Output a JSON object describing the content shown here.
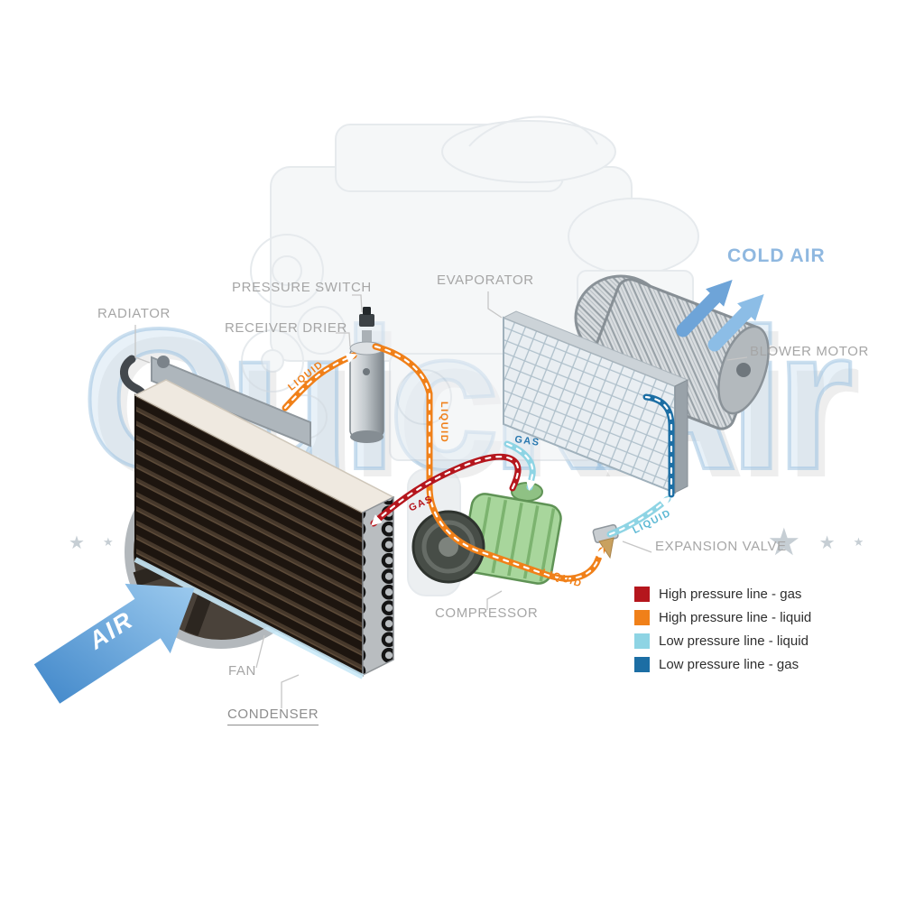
{
  "watermark": {
    "text": "QuickAir",
    "star": "★"
  },
  "labels": {
    "radiator": "RADIATOR",
    "pressure_switch": "PRESSURE SWITCH",
    "receiver_drier": "RECEIVER DRIER",
    "evaporator": "EVAPORATOR",
    "cold_air": "COLD AIR",
    "blower_motor": "BLOWER MOTOR",
    "expansion_valve": "EXPANSION VALVE",
    "compressor": "COMPRESSOR",
    "fan": "FAN",
    "condenser": "CONDENSER",
    "air": "AIR"
  },
  "pipe_labels": {
    "liquid_condenser_to_drier": "LIQUID",
    "liquid_drier_down": "LIQUID",
    "liquid_to_expansion_valve": "LIQUID",
    "liquid_valve_to_evaporator": "LIQUID",
    "gas_evaporator_to_compressor": "GAS",
    "gas_compressor_to_condenser": "GAS"
  },
  "legend": {
    "items": [
      {
        "label": "High pressure line - gas",
        "color": "#b5161d"
      },
      {
        "label": "High pressure line - liquid",
        "color": "#f08019"
      },
      {
        "label": "Low pressure line - liquid",
        "color": "#8ed4e4"
      },
      {
        "label": "Low pressure line -  gas",
        "color": "#1c6ea4"
      }
    ]
  },
  "colors": {
    "cold_air_text": "#8fb8e0",
    "label_text": "#a6a6a6",
    "air_arrow": "#4e90d2",
    "hp_gas": "#b5161d",
    "hp_liquid": "#f08019",
    "lp_liquid": "#8ed4e4",
    "lp_gas": "#1c6ea4"
  }
}
